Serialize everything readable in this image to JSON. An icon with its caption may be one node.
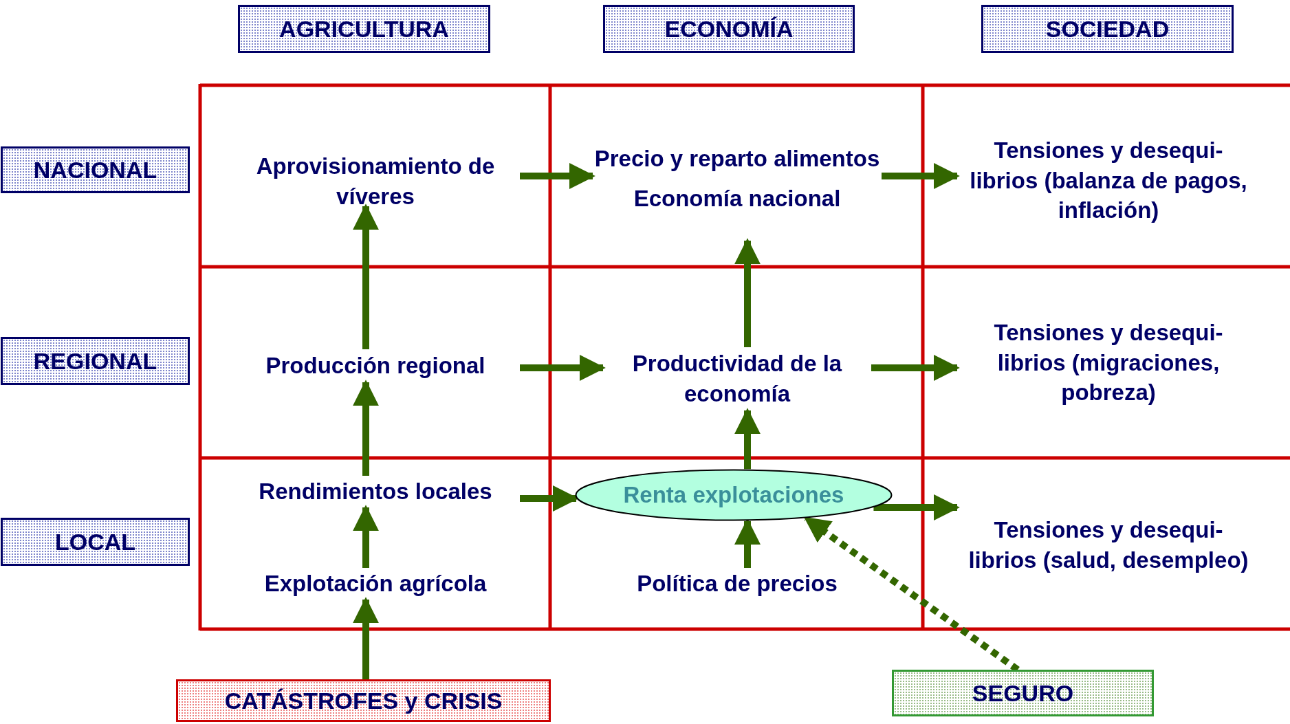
{
  "diagram": {
    "nodes": [
      {
        "text": [
          "AGRICULTURA"
        ]
      },
      {
        "text": [
          "ECONOMÍA"
        ]
      },
      {
        "text": [
          "SOCIEDAD"
        ]
      },
      {
        "text": [
          "NACIONAL"
        ]
      },
      {
        "text": [
          "Aprovisionamiento de víveres"
        ]
      },
      {
        "text": [
          "Precio y reparto alimentos",
          "Economía nacional"
        ]
      },
      {
        "text": [
          "Tensiones y desequi- librios (balanza de pagos, inflación)"
        ]
      },
      {
        "text": [
          "REGIONAL"
        ]
      },
      {
        "text": [
          "Producción regional"
        ]
      },
      {
        "text": [
          "Productividad de la economía"
        ]
      },
      {
        "text": [
          "Tensiones y desequi- librios (migraciones, pobreza)"
        ]
      },
      {
        "text": [
          "LOCAL"
        ]
      },
      {
        "text": [
          "Rendimientos locales"
        ]
      },
      {
        "text": [
          "Renta explotaciones"
        ]
      },
      {
        "text": [
          "Tensiones y desequi- librios (salud, desempleo)"
        ]
      },
      {
        "text": [
          "Explotación agrícola"
        ]
      },
      {
        "text": [
          "Política de precios"
        ]
      },
      {
        "text": [
          "CATÁSTROFES y CRISIS"
        ]
      },
      {
        "text": [
          "SEGURO"
        ]
      }
    ],
    "edges": [
      {
        "from": 4,
        "to": 5,
        "arrow": "to"
      },
      {
        "from": 5,
        "to": 6,
        "arrow": "to"
      },
      {
        "from": 8,
        "to": 4,
        "arrow": "to"
      },
      {
        "from": 8,
        "to": 9,
        "arrow": "to"
      },
      {
        "from": 9,
        "to": 10,
        "arrow": "to"
      },
      {
        "from": 9,
        "to": 5,
        "arrow": "to"
      },
      {
        "from": 12,
        "to": 8,
        "arrow": "to"
      },
      {
        "from": 12,
        "to": 13,
        "arrow": "to"
      },
      {
        "from": 13,
        "to": 14,
        "arrow": "to"
      },
      {
        "from": 13,
        "to": 9,
        "arrow": "to"
      },
      {
        "from": 15,
        "to": 12,
        "arrow": "to"
      },
      {
        "from": 16,
        "to": 13,
        "arrow": "to"
      },
      {
        "from": 17,
        "to": 15,
        "arrow": "to"
      },
      {
        "from": 18,
        "to": 13,
        "arrow": "to",
        "style": "dashed"
      }
    ]
  }
}
